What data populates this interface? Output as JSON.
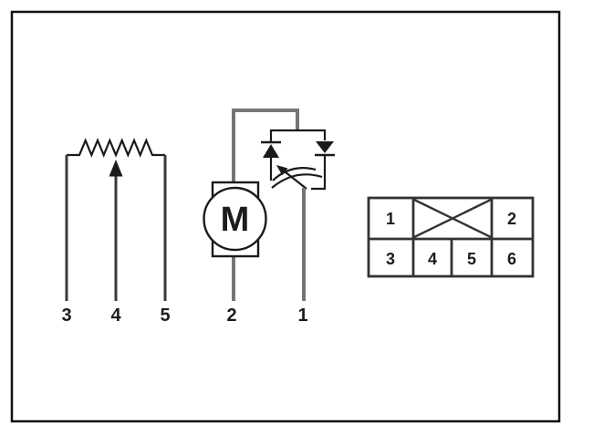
{
  "diagram": {
    "title": "wiring-schematic",
    "pins": {
      "pin3": "3",
      "pin4": "4",
      "pin5": "5",
      "pin2": "2",
      "pin1": "1"
    },
    "motor": {
      "label": "M"
    },
    "connector": {
      "cell1": "1",
      "cell2": "2",
      "cell3": "3",
      "cell4": "4",
      "cell5": "5",
      "cell6": "6"
    },
    "colors": {
      "line": "#1a1a1a",
      "wire_gray": "#757575",
      "wire_dark": "#3a3a3a",
      "connector_line": "#333333",
      "frame": "#111111",
      "background": "#ffffff"
    }
  }
}
